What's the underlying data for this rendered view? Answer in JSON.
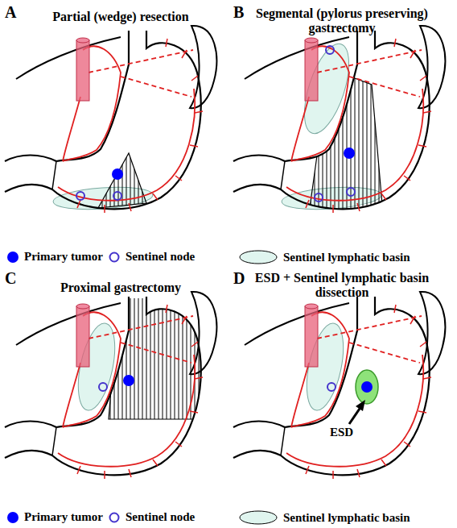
{
  "diagram": {
    "labels": [
      "A",
      "Partial (wedge) resection",
      "B",
      "Segmental (pylorus preserving) gastrectomy",
      "C",
      "Proximal gastrectomy",
      "D",
      "ESD + Sentinel lymphatic basin dissection",
      "ESD"
    ],
    "legend": [
      {
        "text": "Primary tumor",
        "color": "#0000ff"
      },
      {
        "text": "Sentinel node"
      },
      {
        "text": "Sentinel lymphatic basin",
        "color": "#e0f5ef"
      },
      {
        "text": "Primary tumor",
        "color": "#0000ff"
      },
      {
        "text": "Sentinel node"
      },
      {
        "text": "Sentinel lymphatic basin",
        "color": "#e0f5ef"
      }
    ]
  }
}
